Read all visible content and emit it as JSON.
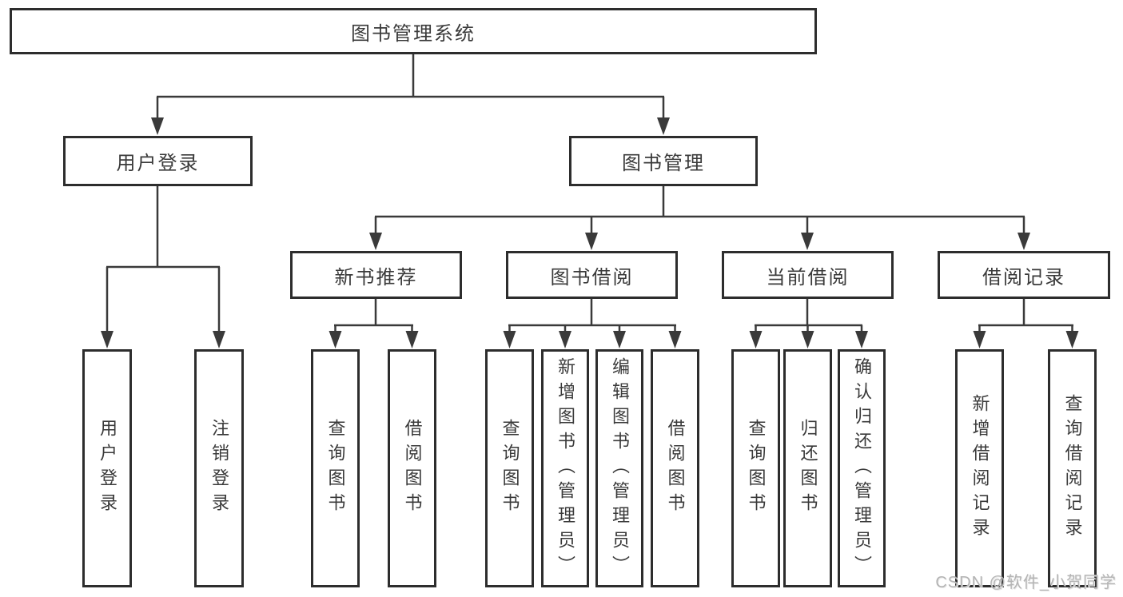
{
  "diagram": {
    "root": {
      "label": "图书管理系统"
    },
    "children": [
      {
        "label": "用户登录",
        "children": [
          {
            "label": "用户登录"
          },
          {
            "label": "注销登录"
          }
        ]
      },
      {
        "label": "图书管理",
        "children": [
          {
            "label": "新书推荐",
            "children": [
              {
                "label": "查询图书"
              },
              {
                "label": "借阅图书"
              }
            ]
          },
          {
            "label": "图书借阅",
            "children": [
              {
                "label": "查询图书"
              },
              {
                "label": "新增图书（管理员）"
              },
              {
                "label": "编辑图书（管理员）"
              },
              {
                "label": "借阅图书"
              }
            ]
          },
          {
            "label": "当前借阅",
            "children": [
              {
                "label": "查询图书"
              },
              {
                "label": "归还图书"
              },
              {
                "label": "确认归还（管理员）"
              }
            ]
          },
          {
            "label": "借阅记录",
            "children": [
              {
                "label": "新增借阅记录"
              },
              {
                "label": "查询借阅记录"
              }
            ]
          }
        ]
      }
    ]
  },
  "watermark": "CSDN @软件_小贺同学",
  "colors": {
    "background": "#ffffff",
    "box_border": "#2d2d2d",
    "connector_line": "#3a3a3a",
    "text": "#3a3a3a",
    "watermark_text": "#b4b4b4"
  }
}
